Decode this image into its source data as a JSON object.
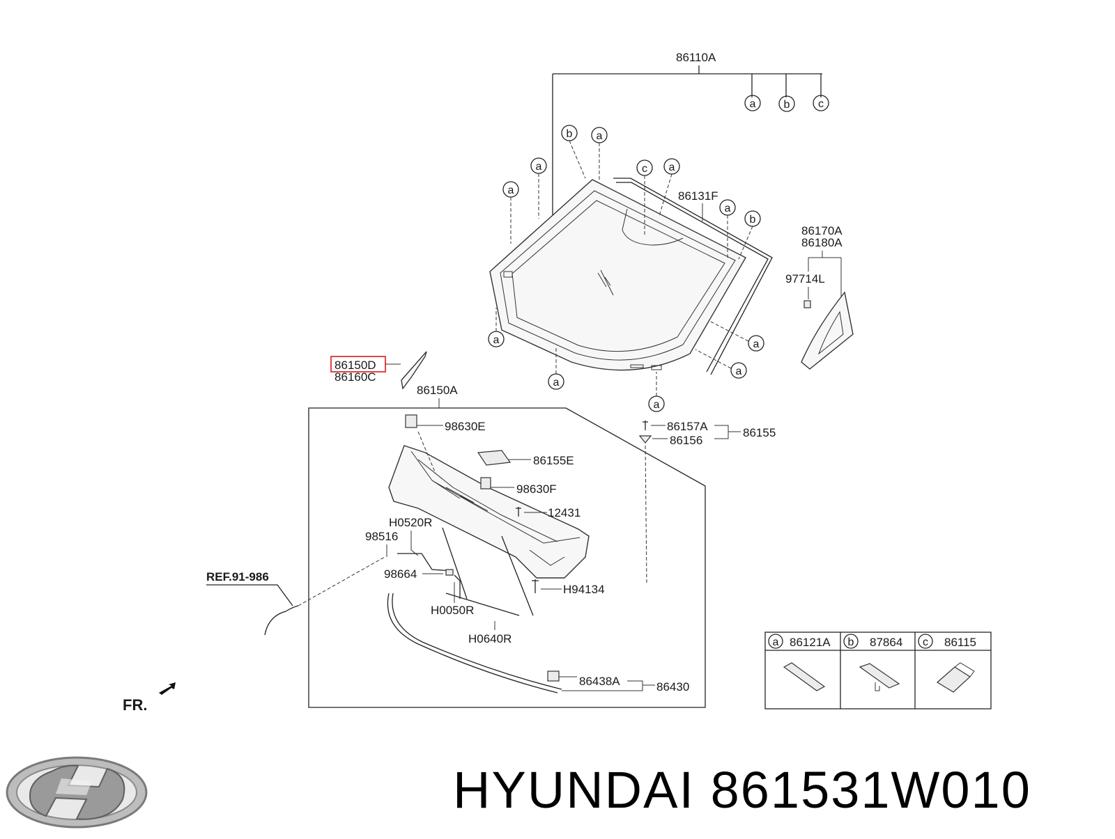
{
  "brand": "HYUNDAI",
  "part_number": "861531W010",
  "logo": "hyundai-logo",
  "highlighted_part": "86150D",
  "labels": {
    "p86110A": "86110A",
    "p86131F": "86131F",
    "p86170A": "86170A",
    "p86180A": "86180A",
    "p97714L": "97714L",
    "p86150D": "86150D",
    "p86160C": "86160C",
    "p86150A": "86150A",
    "p86157A": "86157A",
    "p86155": "86155",
    "p86156": "86156",
    "p98630E": "98630E",
    "p86155E": "86155E",
    "p98630F": "98630F",
    "p12431": "12431",
    "pH0520R": "H0520R",
    "p98516": "98516",
    "p98664": "98664",
    "pH94134": "H94134",
    "pH0050R": "H0050R",
    "pH0640R": "H0640R",
    "p86438A": "86438A",
    "p86430": "86430",
    "ref": "REF.91-986",
    "front": "FR."
  },
  "callout_letters": {
    "a": "a",
    "b": "b",
    "c": "c"
  },
  "legend": [
    {
      "letter": "a",
      "part": "86121A"
    },
    {
      "letter": "b",
      "part": "87864"
    },
    {
      "letter": "c",
      "part": "86115"
    }
  ],
  "colors": {
    "highlight_box": "#e03030",
    "logo_silver": "#b8b8b8"
  }
}
